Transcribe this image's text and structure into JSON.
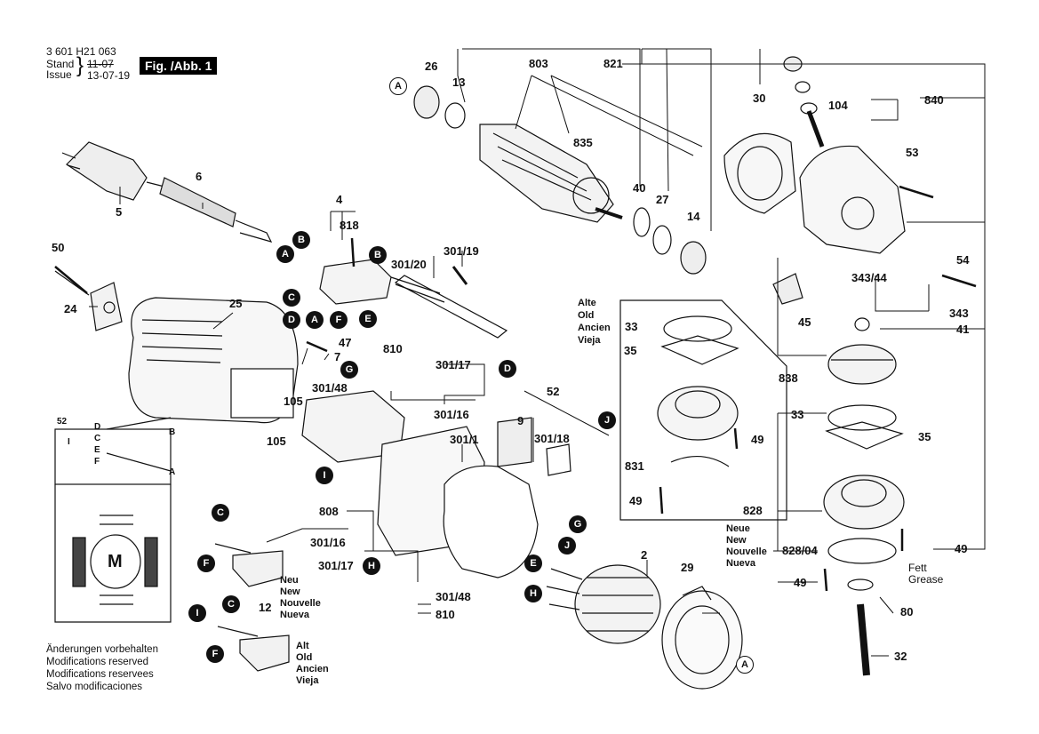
{
  "header": {
    "part_number": "3 601 H21 063",
    "stand_label": "Stand",
    "issue_label": "Issue",
    "stand_date": "11-07",
    "issue_date": "13-07-19",
    "figure_label": "Fig. /Abb. 1"
  },
  "footer_note": [
    "Änderungen vorbehalten",
    "Modifications reserved",
    "Modifications reservees",
    "Salvo modificaciones"
  ],
  "old_block": [
    "Alte",
    "Old",
    "Ancien",
    "Vieja"
  ],
  "new_block": [
    "Neue",
    "New",
    "Nouvelle",
    "Nueva"
  ],
  "new_block_12": [
    "Neu",
    "New",
    "Nouvelle",
    "Nueva"
  ],
  "old_block_bottom": [
    "Alt",
    "Old",
    "Ancien",
    "Vieja"
  ],
  "grease": [
    "Fett",
    "Grease"
  ],
  "motor_symbol": "M",
  "wiring": {
    "number": "52",
    "left_letter": "I",
    "terminals_left": [
      "D",
      "C",
      "E",
      "F"
    ],
    "terminals_right": [
      "B",
      "A"
    ]
  },
  "part_labels": {
    "p26": "26",
    "p13": "13",
    "p803": "803",
    "p821": "821",
    "p30": "30",
    "p840": "840",
    "p104": "104",
    "p835": "835",
    "p40": "40",
    "p27": "27",
    "p14": "14",
    "p53": "53",
    "p6": "6",
    "p5": "5",
    "p4": "4",
    "p818": "818",
    "p301_19": "301/19",
    "p301_20": "301/20",
    "p50": "50",
    "p25": "25",
    "p24": "24",
    "p47": "47",
    "p7": "7",
    "p810a": "810",
    "p301_17a": "301/17",
    "p301_48a": "301/48",
    "p301_16a": "301/16",
    "p105a": "105",
    "p105b": "105",
    "p52": "52",
    "p9": "9",
    "p301_1": "301/1",
    "p301_18": "301/18",
    "p54": "54",
    "p343_44": "343/44",
    "p343": "343",
    "p45": "45",
    "p41": "41",
    "p838": "838",
    "p33a": "33",
    "p35a": "35",
    "p831": "831",
    "p49a": "49",
    "p49b": "49",
    "p33b": "33",
    "p35b": "35",
    "p828": "828",
    "p828_04": "828/04",
    "p49c": "49",
    "p49d": "49",
    "p80": "80",
    "p32": "32",
    "p2": "2",
    "p29": "29",
    "p808": "808",
    "p301_16b": "301/16",
    "p301_17b": "301/17",
    "p301_48b": "301/48",
    "p810b": "810",
    "p12": "12"
  },
  "connector_markers": {
    "A1": "A",
    "A2": "A",
    "A3": "A",
    "B1": "B",
    "B2": "B",
    "A_top": "A",
    "C1": "C",
    "D1": "D",
    "E1": "E",
    "F1": "F",
    "G1": "G",
    "D2": "D",
    "J1": "J",
    "I1": "I",
    "C2": "C",
    "F2": "F",
    "G2": "G",
    "J2": "J",
    "E2": "E",
    "H1": "H",
    "H2": "H",
    "I2": "I",
    "C3": "C",
    "F3": "F"
  }
}
